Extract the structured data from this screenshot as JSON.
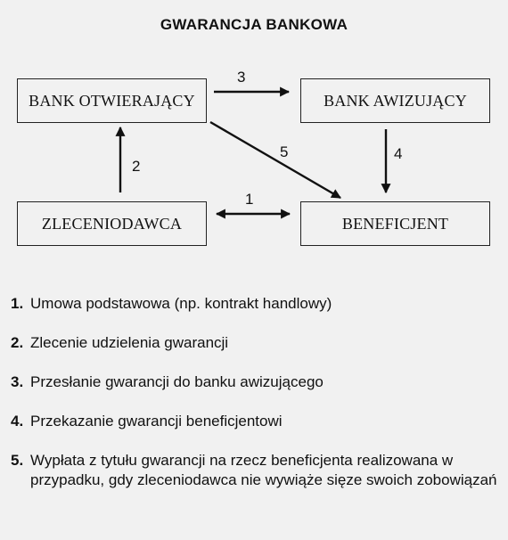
{
  "title": "GWARANCJA BANKOWA",
  "boxes": {
    "bank_otwierajacy": "BANK OTWIERAJĄCY",
    "bank_awizujacy": "BANK AWIZUJĄCY",
    "zleceniodawca": "ZLECENIODAWCA",
    "beneficjent": "BENEFICJENT"
  },
  "arrows": {
    "a1": "1",
    "a2": "2",
    "a3": "3",
    "a4": "4",
    "a5": "5"
  },
  "legend": [
    {
      "num": "1.",
      "text": "Umowa podstawowa (np. kontrakt handlowy)"
    },
    {
      "num": "2.",
      "text": "Zlecenie udzielenia gwarancji"
    },
    {
      "num": "3.",
      "text": "Przesłanie gwarancji do banku awizującego"
    },
    {
      "num": "4.",
      "text": "Przekazanie gwarancji beneficjentowi"
    },
    {
      "num": "5.",
      "text": "Wypłata z tytułu gwarancji na rzecz beneficjenta realizowana w przypadku, gdy zleceniodawca nie wywiąże sięze swoich zobowiązań"
    }
  ]
}
